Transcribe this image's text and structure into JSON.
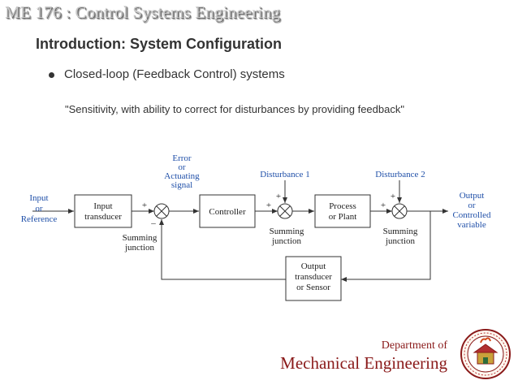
{
  "header": {
    "course_title": "ME 176 :  Control Systems Engineering"
  },
  "slide": {
    "heading": "Introduction:  System Configuration",
    "bullet": "Closed-loop (Feedback Control) systems",
    "quote": "\"Sensitivity, with ability to correct for disturbances by providing feedback\""
  },
  "diagram": {
    "input_label": [
      "Input",
      "or",
      "Reference"
    ],
    "error_label": [
      "Error",
      "or",
      "Actuating",
      "signal"
    ],
    "disturbance1": "Disturbance 1",
    "disturbance2": "Disturbance 2",
    "output_label": [
      "Output",
      "or",
      "Controlled",
      "variable"
    ],
    "input_transducer": [
      "Input",
      "transducer"
    ],
    "controller": "Controller",
    "process": [
      "Process",
      "or Plant"
    ],
    "output_transducer": [
      "Output",
      "transducer",
      "or Sensor"
    ],
    "summing_junction": [
      "Summing",
      "junction"
    ],
    "plus": "+",
    "minus": "–"
  },
  "footer": {
    "dept_of": "Department of",
    "dept_name": "Mechanical Engineering"
  },
  "colors": {
    "label_blue": "#1f4fa8",
    "maroon": "#8a1a1a",
    "line": "#333333"
  }
}
